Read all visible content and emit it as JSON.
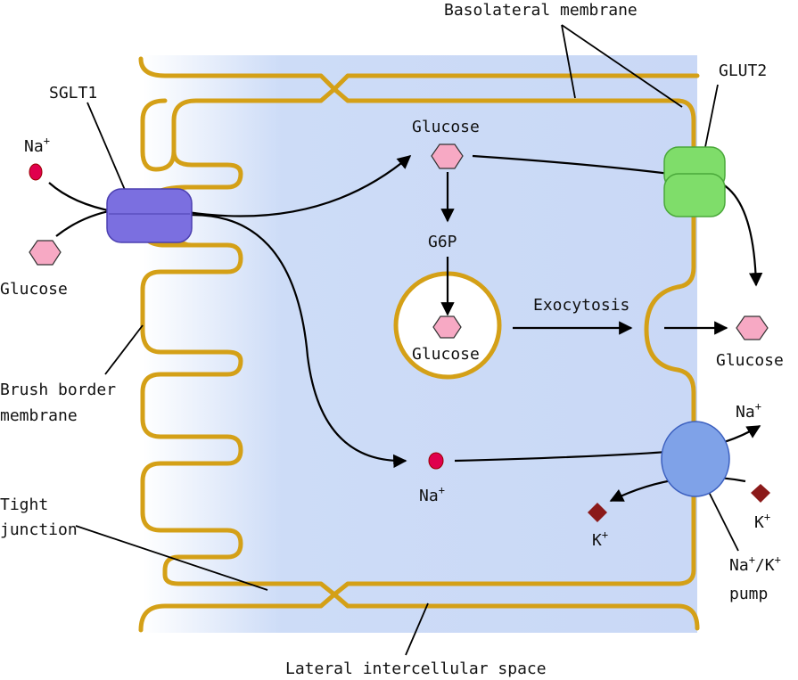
{
  "labels": {
    "basolateral_membrane": "Basolateral membrane",
    "sglt1": "SGLT1",
    "glut2": "GLUT2",
    "na_left": "Na",
    "glucose_left": "Glucose",
    "glucose_top": "Glucose",
    "g6p": "G6P",
    "glucose_vesicle": "Glucose",
    "exocytosis": "Exocytosis",
    "glucose_right": "Glucose",
    "brush_border_1": "Brush border",
    "brush_border_2": "membrane",
    "na_right": "Na",
    "na_center": "Na",
    "tight_junction_1": "Tight",
    "tight_junction_2": "junction",
    "k_right": "K",
    "k_left": "K",
    "pump_1a": "Na",
    "pump_1b": "/K",
    "pump_2": "pump",
    "lateral_space": "Lateral intercellular space",
    "plus": "+"
  },
  "colors": {
    "membrane": "#d4a017",
    "cytoplasm": "#cddcf7",
    "sglt1": "#7b6fe0",
    "glut2": "#7fdd6a",
    "pump": "#7fa2e8",
    "glucose": "#f7a9c4",
    "sodium": "#e0004d",
    "potassium": "#8b1a1a"
  }
}
